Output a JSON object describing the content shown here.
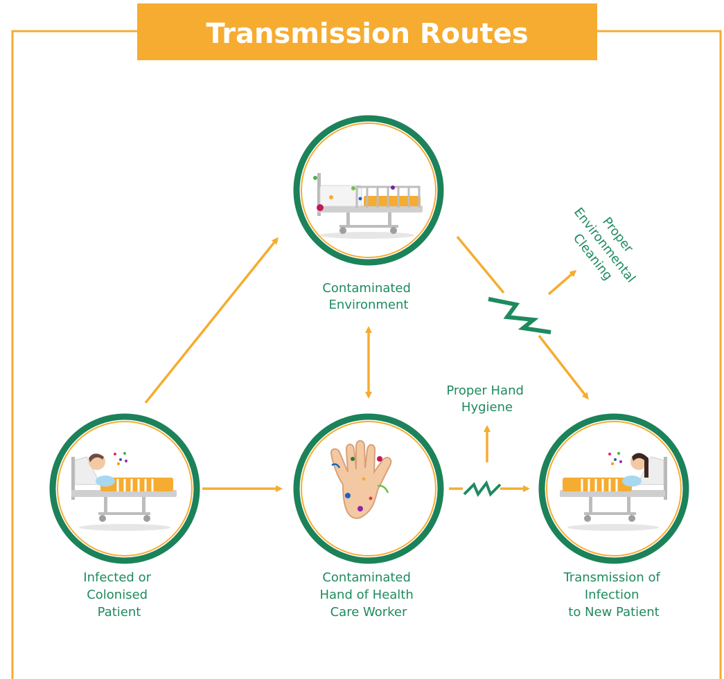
{
  "title": "Transmission Routes",
  "colors": {
    "accent_orange": "#f5ac30",
    "green": "#1e8a5e",
    "circle_ring": "#1c8259",
    "circle_inner_ring": "#f5ac30",
    "skin": "#f3c9a4"
  },
  "nodes": {
    "infected_patient": {
      "label": [
        "Infected or",
        "Colonised",
        "Patient"
      ],
      "icon": "patient-in-bed-coughing-icon"
    },
    "contaminated_environment": {
      "label": [
        "Contaminated",
        "Environment"
      ],
      "icon": "contaminated-hospital-bed-icon"
    },
    "contaminated_hand": {
      "label": [
        "Contaminated",
        "Hand of Health",
        "Care Worker"
      ],
      "icon": "contaminated-hand-icon"
    },
    "new_patient": {
      "label": [
        "Transmission of",
        "Infection",
        "to New Patient"
      ],
      "icon": "new-patient-in-bed-icon"
    }
  },
  "interventions": {
    "hand_hygiene": {
      "label": [
        "Proper Hand",
        "Hygiene"
      ]
    },
    "environmental_cleaning": {
      "label": [
        "Proper",
        "Environmental",
        "Cleaning"
      ]
    }
  }
}
